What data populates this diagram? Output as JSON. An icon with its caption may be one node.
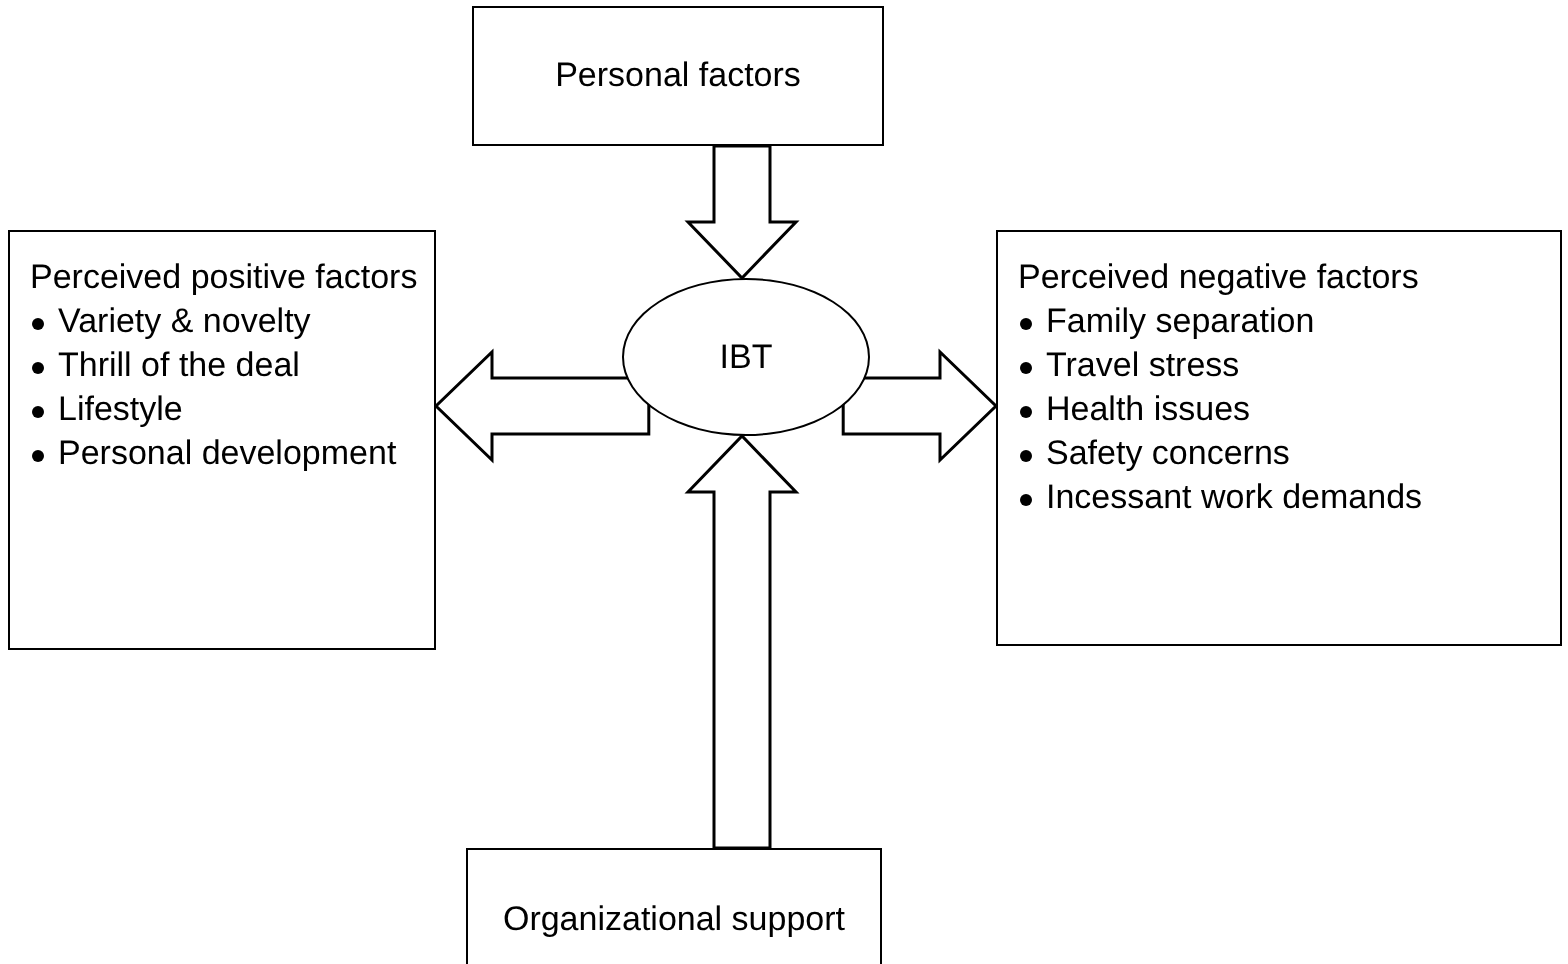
{
  "diagram": {
    "nodes": [
      {
        "text": [
          "Personal factors"
        ]
      },
      {
        "text": [
          "IBT"
        ]
      },
      {
        "text": [
          "Perceived positive factors",
          "Variety & novelty",
          "Thrill of the deal",
          "Lifestyle",
          "Personal development"
        ]
      },
      {
        "text": [
          "Perceived negative factors",
          "Family separation",
          "Travel stress",
          "Health issues",
          "Safety concerns",
          "Incessant work demands"
        ]
      },
      {
        "text": [
          "Organizational support"
        ]
      }
    ],
    "edges": [
      {
        "from": 0,
        "to": 1,
        "arrow": "to"
      },
      {
        "from": 1,
        "to": 2,
        "arrow": "to"
      },
      {
        "from": 1,
        "to": 3,
        "arrow": "to"
      },
      {
        "from": 4,
        "to": 1,
        "arrow": "to"
      }
    ]
  }
}
